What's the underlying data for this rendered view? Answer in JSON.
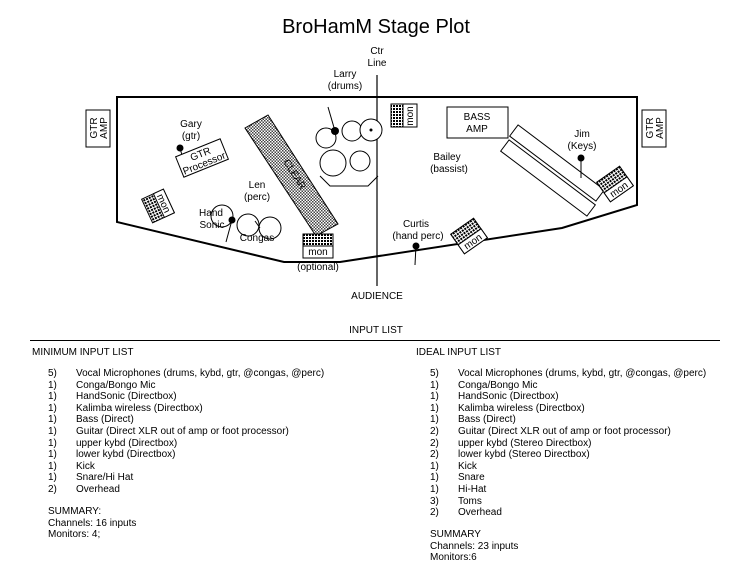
{
  "title": "BroHamM Stage Plot",
  "stage": {
    "ctr_line": [
      "Ctr",
      "Line"
    ],
    "audience": "AUDIENCE",
    "gtr_amp": [
      "GTR",
      "AMP"
    ],
    "bass_amp": [
      "BASS",
      "AMP"
    ],
    "mon": "mon",
    "optional": "(optional)",
    "clear": "CLEAR",
    "gtr_processor": [
      "GTR",
      "Processor"
    ],
    "conga": "Congas",
    "handsonic": [
      "Hand",
      "Sonic"
    ],
    "people": {
      "larry": [
        "Larry",
        "(drums)"
      ],
      "gary": [
        "Gary",
        "(gtr)"
      ],
      "len": [
        "Len",
        "(perc)"
      ],
      "bailey": [
        "Bailey",
        "(bassist)"
      ],
      "jim": [
        "Jim",
        "(Keys)"
      ],
      "curtis": [
        "Curtis",
        "(hand perc)"
      ]
    }
  },
  "input_list": {
    "title": "INPUT LIST",
    "minimum": {
      "heading": "MINIMUM INPUT LIST",
      "items": [
        {
          "qty": "5)",
          "name": "Vocal Microphones (drums, kybd, gtr, @congas, @perc)"
        },
        {
          "qty": "1)",
          "name": "Conga/Bongo Mic"
        },
        {
          "qty": "1)",
          "name": "HandSonic (Directbox)"
        },
        {
          "qty": "1)",
          "name": "Kalimba wireless (Directbox)"
        },
        {
          "qty": "1)",
          "name": "Bass (Direct)"
        },
        {
          "qty": "1)",
          "name": "Guitar (Direct XLR out of amp or foot processor)"
        },
        {
          "qty": "1)",
          "name": "upper kybd (Directbox)"
        },
        {
          "qty": "1)",
          "name": "lower kybd (Directbox)"
        },
        {
          "qty": "1)",
          "name": "Kick"
        },
        {
          "qty": "1)",
          "name": "Snare/Hi Hat"
        },
        {
          "qty": "2)",
          "name": "Overhead"
        }
      ],
      "summary": [
        "SUMMARY:",
        "Channels: 16 inputs",
        "Monitors: 4;"
      ]
    },
    "ideal": {
      "heading": "IDEAL INPUT LIST",
      "items": [
        {
          "qty": "5)",
          "name": "Vocal Microphones (drums, kybd, gtr, @congas, @perc)"
        },
        {
          "qty": "1)",
          "name": "Conga/Bongo Mic"
        },
        {
          "qty": "1)",
          "name": "HandSonic (Directbox)"
        },
        {
          "qty": "1)",
          "name": "Kalimba wireless (Directbox)"
        },
        {
          "qty": "1)",
          "name": "Bass (Direct)"
        },
        {
          "qty": "2)",
          "name": "Guitar (Direct XLR out of amp or foot processor)"
        },
        {
          "qty": "2)",
          "name": "upper kybd (Stereo Directbox)"
        },
        {
          "qty": "2)",
          "name": "lower kybd (Stereo Directbox)"
        },
        {
          "qty": "1)",
          "name": "Kick"
        },
        {
          "qty": "1)",
          "name": "Snare"
        },
        {
          "qty": "1)",
          "name": "Hi-Hat"
        },
        {
          "qty": "3)",
          "name": "Toms"
        },
        {
          "qty": "2)",
          "name": "Overhead"
        }
      ],
      "summary": [
        "SUMMARY",
        "Channels: 23 inputs",
        "Monitors:6"
      ]
    }
  }
}
